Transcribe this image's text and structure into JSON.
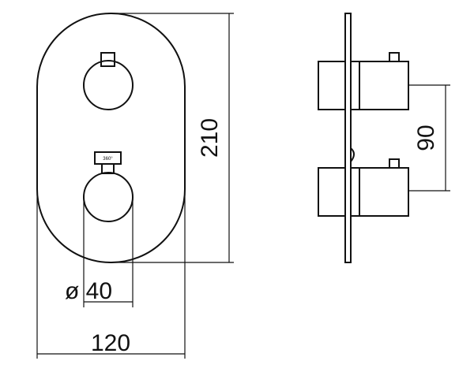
{
  "dimensions": {
    "height": "210",
    "diameter": "ø 40",
    "width": "120",
    "spacing": "90"
  },
  "selector_label": "360°"
}
